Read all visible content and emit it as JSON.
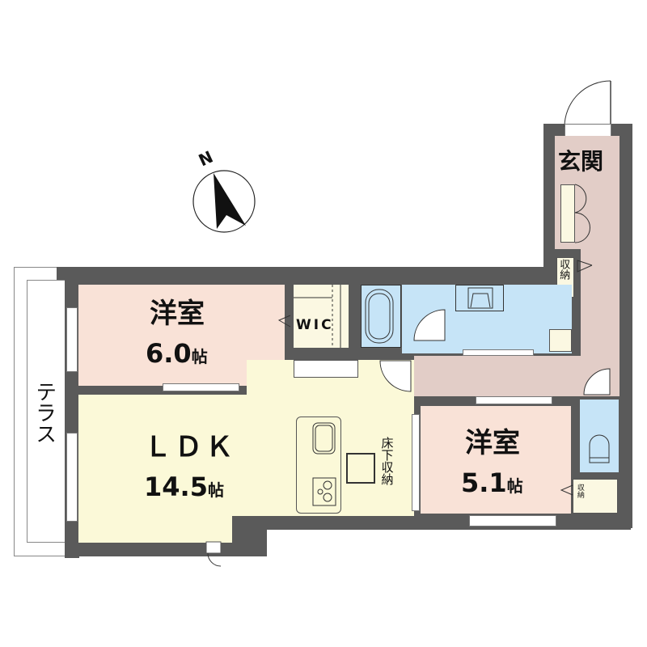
{
  "compass": {
    "label": "N",
    "icon": "north-arrow-icon"
  },
  "rooms": {
    "genkan": {
      "label": "玄関",
      "color": "#e2cdc7"
    },
    "shuno_hall": {
      "label": "収納"
    },
    "western_1": {
      "label": "洋室",
      "size": "6.0",
      "unit": "帖",
      "color": "#f9e2d7"
    },
    "wic": {
      "label": "WIC",
      "color": "#fbf8e2"
    },
    "bath": {
      "color": "#c6e4f7"
    },
    "washroom": {
      "color": "#c6e4f7"
    },
    "hall": {
      "color": "#e2cdc7"
    },
    "ldk": {
      "label": "ＬＤＫ",
      "size": "14.5",
      "unit": "帖",
      "color": "#fbf9d8"
    },
    "underfloor": {
      "label": "床下収納"
    },
    "western_2": {
      "label": "洋室",
      "size": "5.1",
      "unit": "帖",
      "color": "#f9e2d7"
    },
    "toilet": {
      "color": "#c6e4f7"
    },
    "shuno_small": {
      "label": "収納"
    },
    "terrace": {
      "label": "テラス"
    }
  },
  "colors": {
    "wall": "#5a5a5a",
    "storage": "#fbf8e2"
  }
}
